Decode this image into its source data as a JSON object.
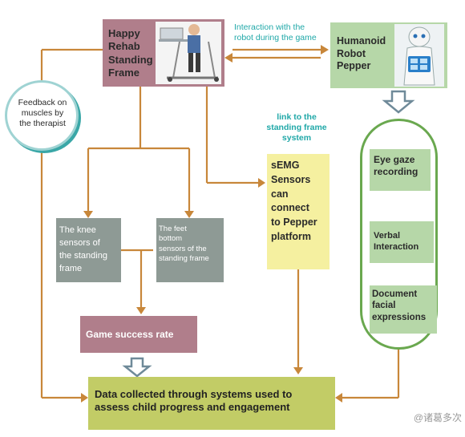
{
  "colors": {
    "arrow": "#c8873a",
    "mauve": "#b07e8b",
    "green_box": "#b6d7a8",
    "green_border": "#6aa84f",
    "gray_box": "#8e9a95",
    "yellow_box": "#f5f0a0",
    "olive_box": "#c2cc66",
    "teal_text": "#20a8a8",
    "hollow_arrow": "#6f8a99"
  },
  "nodes": {
    "frame": "Happy\nRehab\nStanding\nFrame",
    "pepper": "Humanoid\nRobot\nPepper",
    "feedback": "Feedback on\nmuscles by\nthe therapist",
    "interaction_label": "Interaction with the\nrobot during the game",
    "link_label": "link to the\nstanding frame\nsystem",
    "semg": "sEMG\nSensors\ncan\nconnect\nto Pepper\nplatform",
    "knee": "The knee\nsensors of\nthe standing\nframe",
    "feet": "The feet\nbottom\nsensors of the\nstanding frame",
    "game": "Game success rate",
    "eye_gaze": "Eye gaze\nrecording",
    "verbal": "Verbal\nInteraction",
    "document": "Document\nfacial\nexpressions",
    "data": "Data collected through systems used to\nassess child progress and engagement"
  },
  "watermark": "@诸葛多次"
}
